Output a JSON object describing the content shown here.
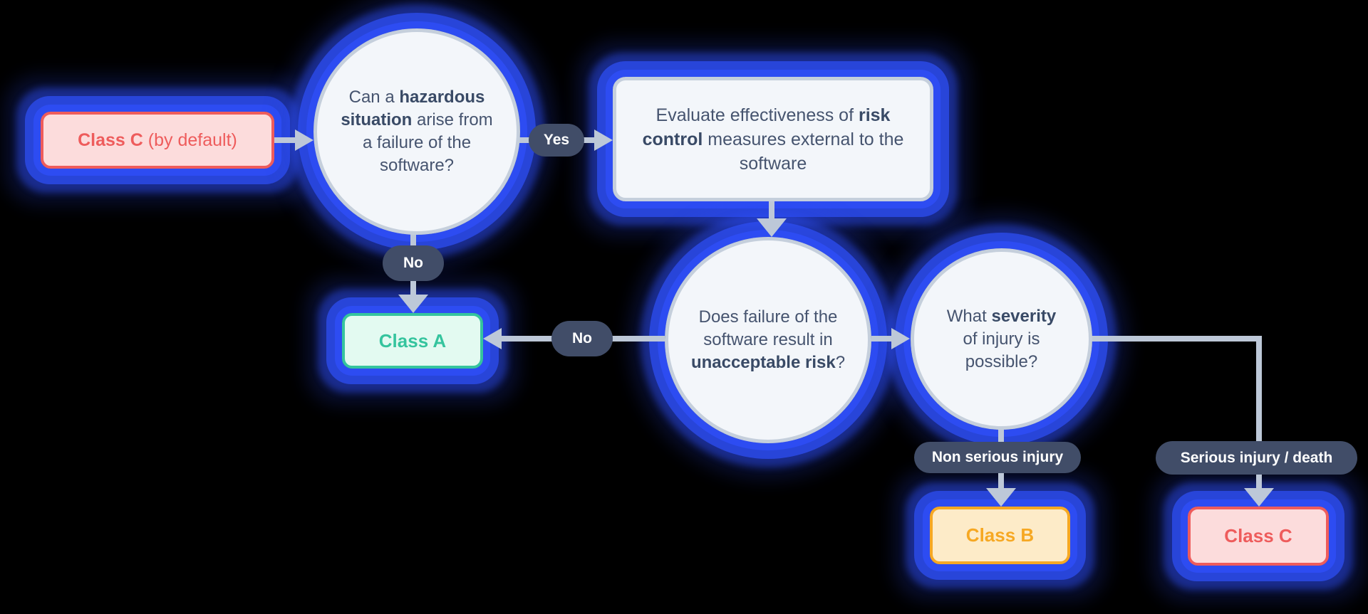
{
  "colors": {
    "background": "#000000",
    "glow_blue": "#2d4df3",
    "node_bg": "#f3f6fa",
    "node_border": "#c5cfdc",
    "ink": "#46546f",
    "ink_bold": "#394a66",
    "arrow": "#bdc8d8",
    "pill": "#414d68",
    "red": "#ee5c5c",
    "red_bg": "#fcdcdc",
    "teal": "#35c49e",
    "teal_bg": "#e3faf1",
    "orange": "#f6a823",
    "orange_bg": "#fdebc8"
  },
  "nodes": {
    "class_c_default": {
      "bold": "Class C",
      "rest": " (by default)"
    },
    "q_hazard": {
      "pre": "Can a ",
      "bold": "hazardous situation",
      "post": " arise from a failure of the software?"
    },
    "evaluate": {
      "pre": "Evaluate effectiveness of ",
      "bold": "risk control",
      "post": " measures external to the software"
    },
    "q_risk": {
      "pre": "Does failure of the software result in ",
      "bold": "unacceptable risk",
      "post": "?"
    },
    "q_severity": {
      "pre": "What ",
      "bold": "severity",
      "post": " of injury is possible?"
    },
    "class_a": {
      "label": "Class A"
    },
    "class_b": {
      "label": "Class B"
    },
    "class_c": {
      "label": "Class C"
    }
  },
  "edges": {
    "yes": "Yes",
    "no_hazard": "No",
    "no_risk": "No",
    "non_serious": "Non serious injury",
    "serious": "Serious injury / death"
  }
}
